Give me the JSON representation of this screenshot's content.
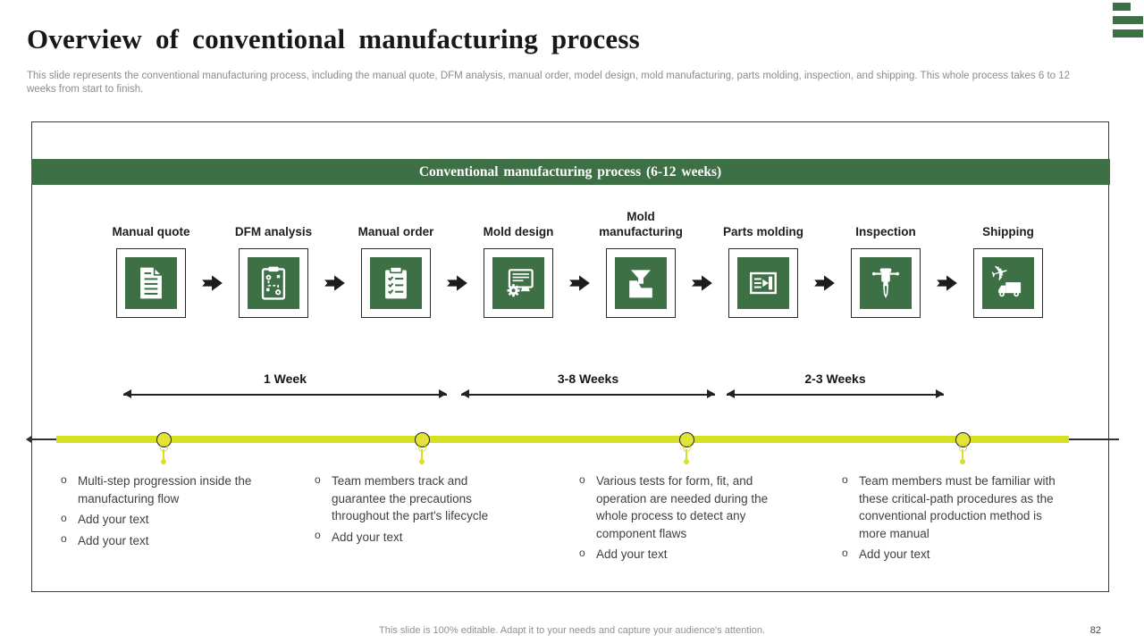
{
  "slide": {
    "title": "Overview of conventional manufacturing process",
    "subtitle": "This slide represents the conventional manufacturing process, including the manual quote, DFM analysis, manual order, model design, mold manufacturing, parts molding, inspection, and shipping. This whole process takes 6 to 12 weeks from start to finish.",
    "footer_note": "This slide is 100% editable. Adapt it to your needs and capture your audience's attention.",
    "page_number": "82"
  },
  "process": {
    "banner_title": "Conventional manufacturing process (6-12 weeks)",
    "steps": [
      {
        "label": "Manual quote",
        "icon": "document-icon"
      },
      {
        "label": "DFM analysis",
        "icon": "strategy-clipboard-icon"
      },
      {
        "label": "Manual order",
        "icon": "checklist-clipboard-icon"
      },
      {
        "label": "Mold design",
        "icon": "monitor-gear-icon"
      },
      {
        "label": "Mold manufacturing",
        "icon": "casting-funnel-icon"
      },
      {
        "label": "Parts molding",
        "icon": "injection-mold-icon"
      },
      {
        "label": "Inspection",
        "icon": "jackhammer-icon"
      },
      {
        "label": "Shipping",
        "icon": "truck-plane-icon"
      }
    ],
    "durations": [
      "1 Week",
      "3-8 Weeks",
      "2-3 Weeks"
    ],
    "bullet_marker": "o",
    "notes": [
      [
        "Multi-step progression inside the manufacturing flow",
        "Add your text",
        "Add your text"
      ],
      [
        "Team members track and guarantee the precautions throughout  the part's lifecycle",
        "Add your text"
      ],
      [
        "Various tests for form, fit, and operation are needed during the whole process to detect any component flaws",
        "Add your text"
      ],
      [
        "Team members must be familiar with these critical-path procedures as the conventional production method is more manual",
        "Add your text"
      ]
    ]
  },
  "glyphs": {
    "plane": "✈"
  },
  "colors": {
    "green": "#3E7046",
    "timeline": "#D7DF23",
    "marker_fill": "#E2E436",
    "ink": "#1C1C1C"
  }
}
